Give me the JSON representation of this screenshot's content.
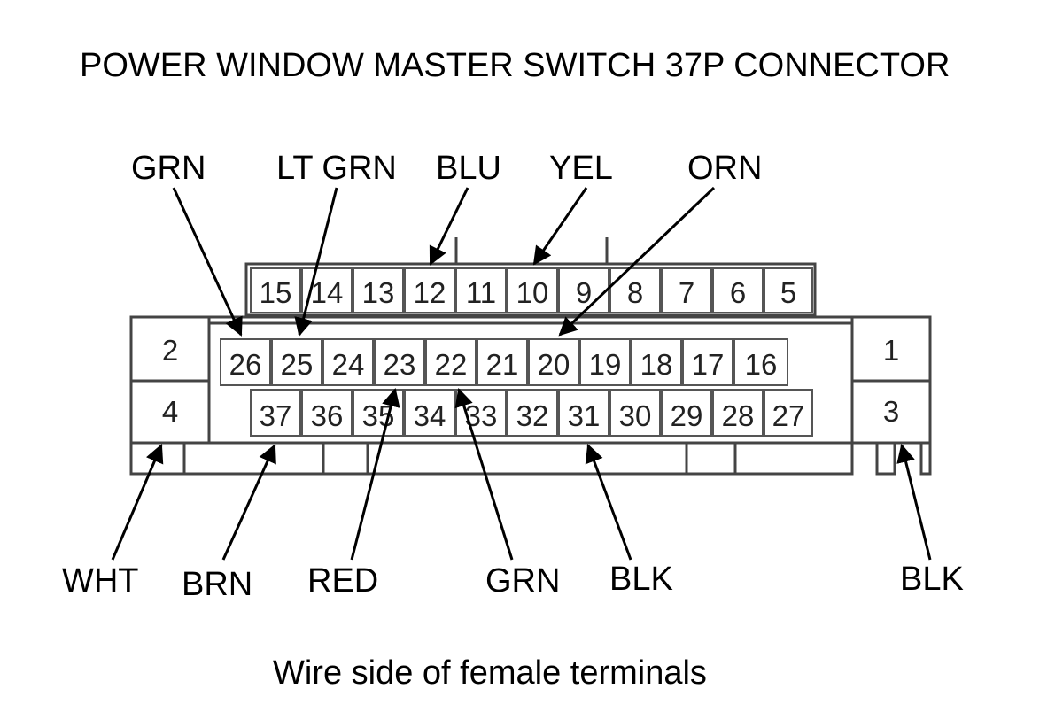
{
  "title": "POWER WINDOW MASTER SWITCH 37P CONNECTOR",
  "caption": "Wire side of female terminals",
  "wire_labels": {
    "top": [
      "GRN",
      "LT GRN",
      "BLU",
      "YEL",
      "ORN"
    ],
    "bottom": [
      "WHT",
      "BRN",
      "RED",
      "GRN",
      "BLK",
      "BLK"
    ]
  },
  "connector": {
    "left_cavities": [
      "2",
      "4"
    ],
    "right_cavities": [
      "1",
      "3"
    ],
    "top_row": [
      "15",
      "14",
      "13",
      "12",
      "11",
      "10",
      "9",
      "8",
      "7",
      "6",
      "5"
    ],
    "middle_row": [
      "26",
      "25",
      "24",
      "23",
      "22",
      "21",
      "20",
      "19",
      "18",
      "17",
      "16"
    ],
    "bottom_row": [
      "37",
      "36",
      "35",
      "34",
      "33",
      "32",
      "31",
      "30",
      "29",
      "28",
      "27"
    ]
  },
  "colors": {
    "line": "#000000",
    "cell_border": "#555555",
    "background": "#ffffff"
  }
}
